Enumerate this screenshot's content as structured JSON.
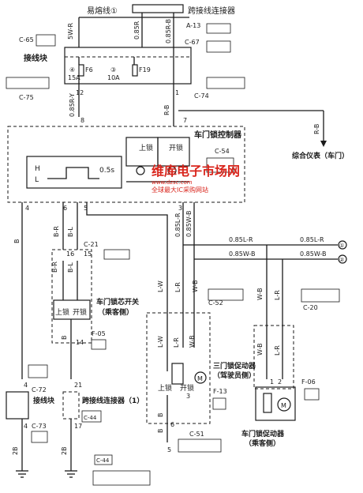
{
  "labels": {
    "fusible_link": "易熔线①",
    "junction_connector_top": "跨接线连接器",
    "a13": "A-13",
    "c67": "C-67",
    "c65": "C-65",
    "junction_block": "接线块",
    "fuse4_num": "④",
    "fuse4_amp": "15A",
    "f6": "F6",
    "fuse3_num": "③",
    "fuse3_amp": "10A",
    "f19": "F19",
    "c75": "C-75",
    "c74": "C-74",
    "pin12": "12",
    "pin1": "1",
    "wire_085r_top": "0.85R",
    "wire_085rb_top": "0.85R-B",
    "wire_5wr": "5W-R",
    "wire_085ry": "0.85R-Y",
    "wire_rb": "R-B",
    "wire_rb_right": "R-B",
    "controller": "车门锁控制器",
    "c54": "C-54",
    "lock": "上锁",
    "unlock": "开锁",
    "timing_h": "H",
    "timing_l": "L",
    "timing_t": "0.5s",
    "combination_meter": "综合仪表（车门）",
    "pin8": "8",
    "pin7": "7",
    "pin4": "4",
    "pin6": "6",
    "pin5": "5",
    "pin3": "3",
    "wire_b": "B",
    "wire_br": "B-R",
    "wire_bl": "B-L",
    "wire_085lr_v": "0.85L-R",
    "wire_085wb_v": "0.85W-B",
    "wire_085lr_h1": "0.85L-R",
    "wire_085lr_h2": "0.85L-R",
    "wire_085wb_h1": "0.85W-B",
    "wire_085wb_h2": "0.85W-B",
    "circle1": "①",
    "circle2": "②",
    "c21": "C-21",
    "pin16": "16",
    "pin15": "15",
    "sw_br": "B-R",
    "sw_bl": "B-L",
    "sw_lock": "上锁",
    "sw_unlock": "开锁",
    "key_switch": "车门锁芯开关",
    "key_switch_sub": "（乘客侧）",
    "f05": "F-05",
    "sw_b": "B",
    "pin14": "14",
    "c52": "C-52",
    "c20": "C-20",
    "wire_lw": "L-W",
    "wire_lr": "L-R",
    "wire_wb": "W-B",
    "wire_wb2": "W-B",
    "wire_lr2": "L-R",
    "act_lw": "L-W",
    "act_lr": "L-R",
    "act_wb": "W-B",
    "act_lock": "上锁",
    "act_unlock": "开锁",
    "driver_actuator": "三门锁促动器",
    "driver_actuator_sub": "（驾驶员侧）",
    "f13": "F-13",
    "f06": "F-06",
    "pass_wb": "W-B",
    "pass_lr": "L-R",
    "pass_actuator": "车门锁促动器",
    "pass_actuator_sub": "（乘客侧）",
    "motor": "M",
    "act_b1": "B",
    "act_b2": "B",
    "pin6b": "6",
    "c72": "C-72",
    "c73": "C-73",
    "c44": "C-44",
    "c44b": "C-44",
    "c51": "C-51",
    "junction_block2": "接线块",
    "junction_connector1": "跨接线连接器（1）",
    "pin21": "21",
    "pin17": "17",
    "wire_b_low": "B",
    "wire_2b_1": "2B",
    "wire_2b_2": "2B",
    "pin_a": "4",
    "pin_b": "4",
    "pin_c": "3",
    "pin_d": "1",
    "pin_e": "2",
    "pin_f": "5",
    "watermark_title": "维库电子市场网",
    "watermark_url": "www.dzsc.com",
    "watermark_sub": "全球最大IC采购网站"
  },
  "colors": {
    "line": "#1a1a1a",
    "watermark_red": "#d9251c"
  }
}
